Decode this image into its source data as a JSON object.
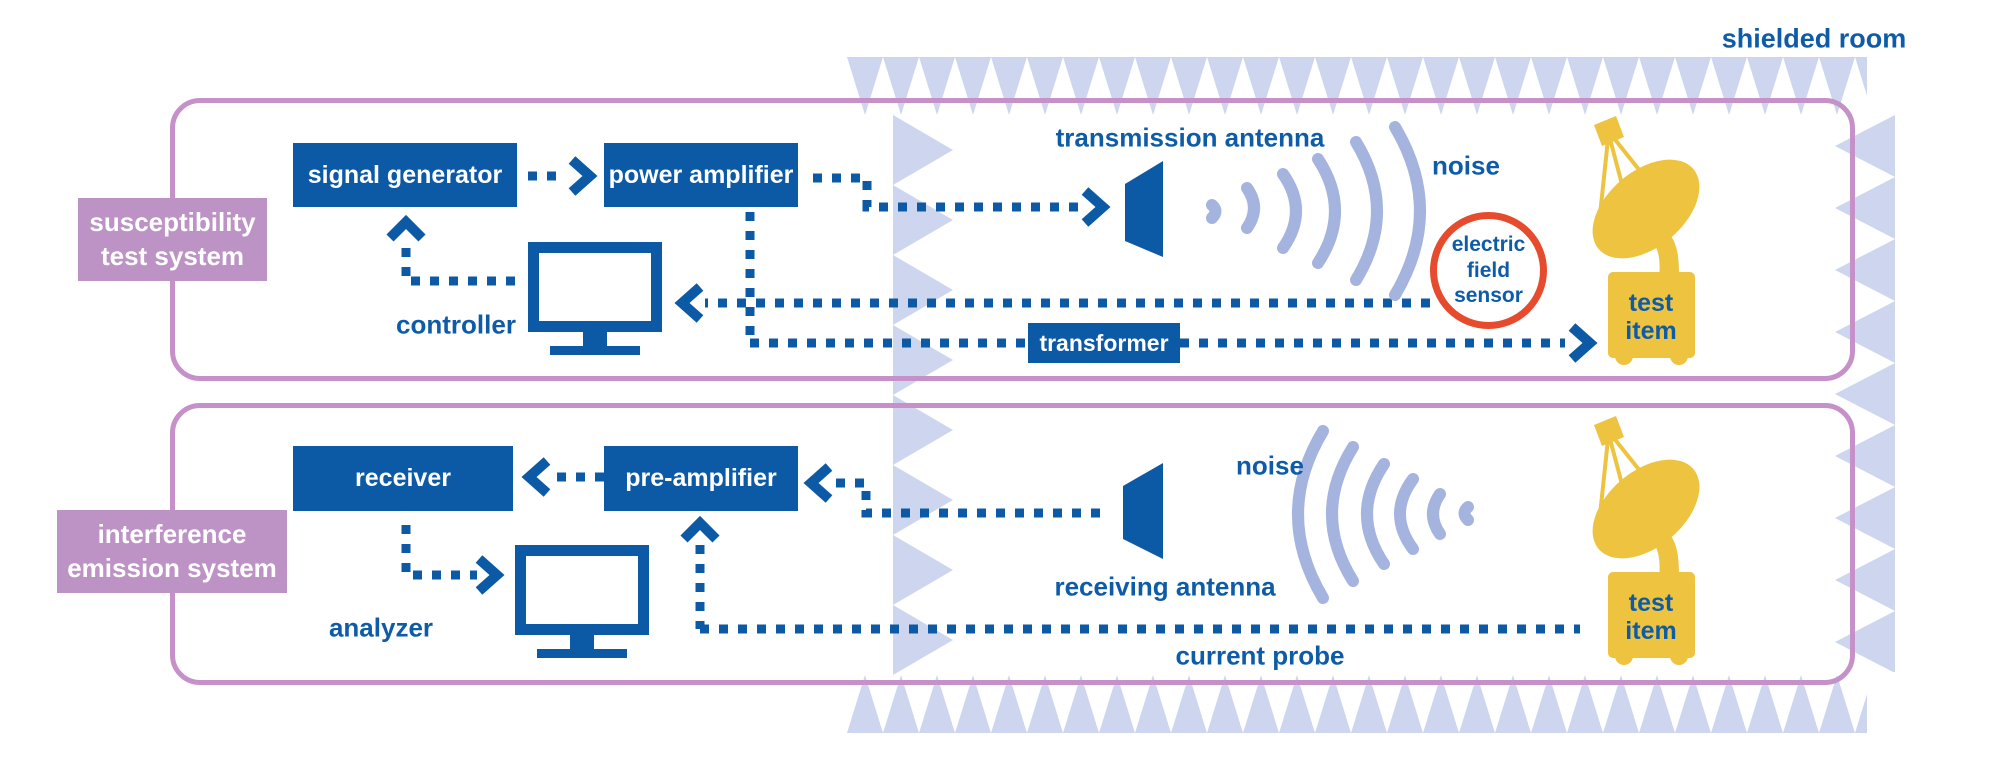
{
  "colors": {
    "blue": "#0c59a6",
    "blue-text": "#0e5ca8",
    "purple-fill": "#bc93c4",
    "purple-border": "#c591c8",
    "absorber": "#cdd6ee",
    "wave": "#a4b4de",
    "yellow": "#edc340",
    "red": "#e64b2d"
  },
  "shielded_room": {
    "label": "shielded room"
  },
  "susceptibility_system": {
    "label_line1": "susceptibility",
    "label_line2": "test system",
    "signal_generator": "signal generator",
    "power_amplifier": "power amplifier",
    "controller": "controller",
    "transformer": "transformer",
    "transmission_antenna": "transmission antenna",
    "noise": "noise",
    "electric_field_sensor": {
      "line1": "electric",
      "line2": "field",
      "line3": "sensor"
    },
    "test_item": {
      "line1": "test",
      "line2": "item"
    }
  },
  "interference_system": {
    "label_line1": "interference",
    "label_line2": "emission system",
    "receiver": "receiver",
    "pre_amplifier": "pre-amplifier",
    "analyzer": "analyzer",
    "receiving_antenna": "receiving antenna",
    "noise": "noise",
    "current_probe": "current probe",
    "test_item": {
      "line1": "test",
      "line2": "item"
    }
  }
}
